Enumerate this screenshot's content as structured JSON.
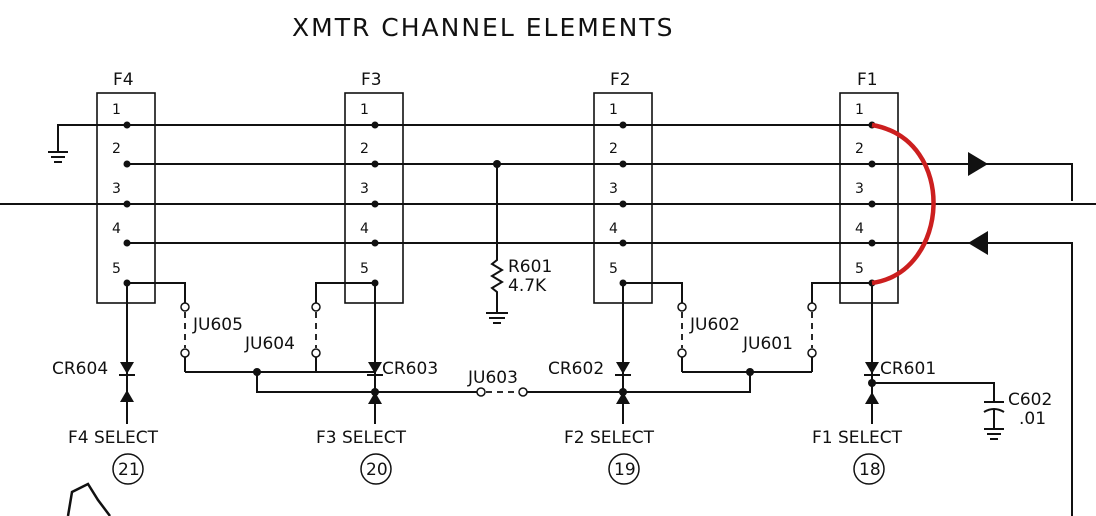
{
  "title": "XMTR CHANNEL ELEMENTS",
  "pin_numbers": [
    "1",
    "2",
    "3",
    "4",
    "5"
  ],
  "channels": [
    {
      "element": "F4",
      "diode": "CR604",
      "select": "F4 SELECT",
      "pin": "21"
    },
    {
      "element": "F3",
      "diode": "CR603",
      "select": "F3 SELECT",
      "pin": "20"
    },
    {
      "element": "F2",
      "diode": "CR602",
      "select": "F2 SELECT",
      "pin": "19"
    },
    {
      "element": "F1",
      "diode": "CR601",
      "select": "F1 SELECT",
      "pin": "18"
    }
  ],
  "jumpers": {
    "ju605": "JU605",
    "ju604": "JU604",
    "ju603": "JU603",
    "ju602": "JU602",
    "ju601": "JU601"
  },
  "resistor": {
    "ref": "R601",
    "value": "4.7K"
  },
  "capacitor": {
    "ref": "C602",
    "value": ".01"
  },
  "colors": {
    "ink": "#111111",
    "annotation": "#cc1f1f",
    "paper": "#ffffff"
  }
}
